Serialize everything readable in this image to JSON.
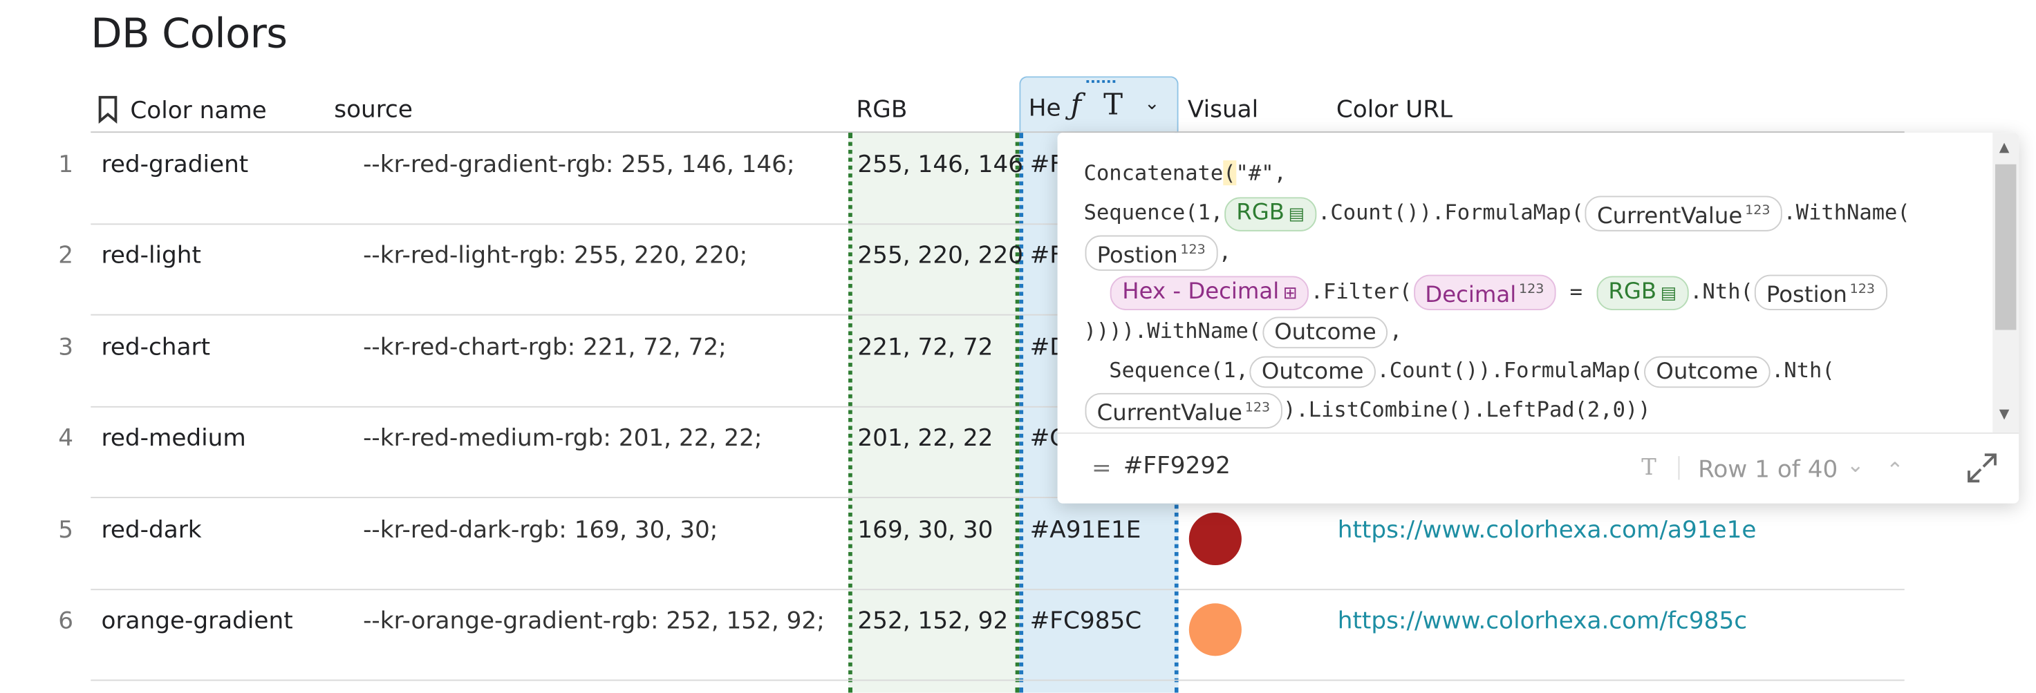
{
  "title": "DB Colors",
  "columns": {
    "color_name": "Color name",
    "source": "source",
    "rgb": "RGB",
    "hex": "He",
    "visual": "Visual",
    "url": "Color URL"
  },
  "rows": [
    {
      "num": "1",
      "name": "red-gradient",
      "source": "--kr-red-gradient-rgb: 255, 146, 146;",
      "rgb": "255, 146, 146",
      "hex": "#F",
      "color": "#ff9292",
      "url": ""
    },
    {
      "num": "2",
      "name": "red-light",
      "source": "--kr-red-light-rgb: 255, 220, 220;",
      "rgb": "255, 220, 220",
      "hex": "#F",
      "color": "#ffdcdc",
      "url": ""
    },
    {
      "num": "3",
      "name": "red-chart",
      "source": "--kr-red-chart-rgb: 221, 72, 72;",
      "rgb": "221, 72, 72",
      "hex": "#D",
      "color": "#dd4848",
      "url": ""
    },
    {
      "num": "4",
      "name": "red-medium",
      "source": "--kr-red-medium-rgb: 201, 22, 22;",
      "rgb": "201, 22, 22",
      "hex": "#C",
      "color": "#c91616",
      "url": ""
    },
    {
      "num": "5",
      "name": "red-dark",
      "source": "--kr-red-dark-rgb: 169, 30, 30;",
      "rgb": "169, 30, 30",
      "hex": "#A91E1E",
      "color": "#a91e1e",
      "url": "https://www.colorhexa.com/a91e1e"
    },
    {
      "num": "6",
      "name": "orange-gradient",
      "source": "--kr-orange-gradient-rgb: 252, 152, 92;",
      "rgb": "252, 152, 92",
      "hex": "#FC985C",
      "color": "#fc985c",
      "url": "https://www.colorhexa.com/fc985c"
    }
  ],
  "formula": {
    "l1_fn": "Concatenate",
    "l1_paren": "(",
    "l1_str": "\"#\",",
    "l2_a": "Sequence(1,",
    "l2_chip_rgb": "RGB",
    "l2_b": ".Count()).FormulaMap(",
    "l2_chip_cv": "CurrentValue",
    "l2_c": ".WithName(",
    "l3_chip_pos": "Postion",
    "l3_a": ",",
    "l4_chip_hex": "Hex - Decimal",
    "l4_a": ".Filter(",
    "l4_chip_dec": "Decimal",
    "l4_b": " = ",
    "l4_chip_rgb": "RGB",
    "l4_c": ".Nth(",
    "l4_chip_pos": "Postion",
    "l5_a": ")))).WithName(",
    "l5_chip_out": "Outcome",
    "l5_b": ",",
    "l6_a": "Sequence(1,",
    "l6_chip_out": "Outcome",
    "l6_b": ".Count()).FormulaMap(",
    "l6_chip_out2": "Outcome",
    "l6_c": ".Nth(",
    "l7_chip_cv": "CurrentValue",
    "l7_a": ").ListCombine().LeftPad(2,0))"
  },
  "type_glyph": "123",
  "result": {
    "equals": "=",
    "value": "#FF9292",
    "row_label": "Row 1 of 40"
  },
  "colors": {
    "accent_link": "#1d8ea3",
    "rgb_column": "#2e7d32",
    "hex_column": "#1f77c0"
  }
}
